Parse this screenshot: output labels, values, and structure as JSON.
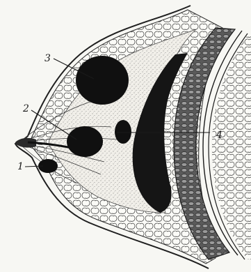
{
  "figure": {
    "labels": {
      "l1": "1",
      "l2": "2",
      "l3": "3",
      "l4": "4"
    }
  }
}
